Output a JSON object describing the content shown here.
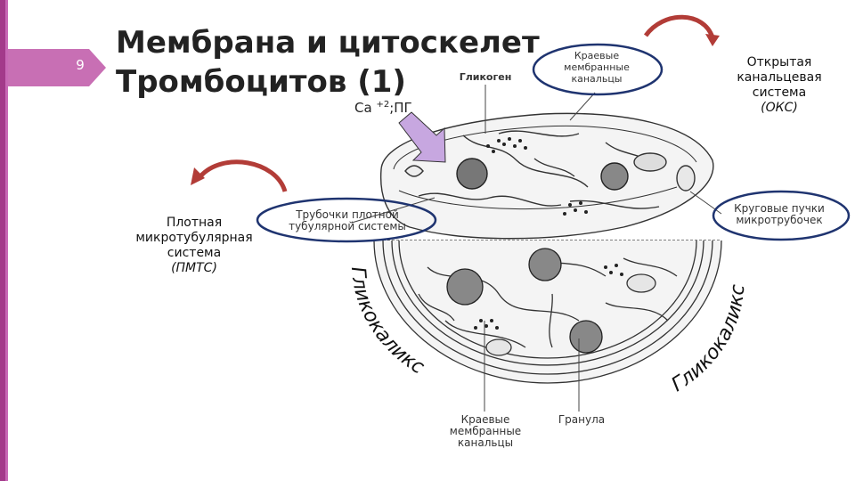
{
  "slide": {
    "number": "9",
    "title_line1": "Мембрана и цитоскелет",
    "title_line2": "Тромбоцитов (1)",
    "accent_color": "#a33a8a"
  },
  "annotations": {
    "ca_base": "Са",
    "ca_sup": "+2",
    "ca_tail": ";ПГ",
    "oks_line1": "Открытая",
    "oks_line2": "канальцевая",
    "oks_line3": "система",
    "oks_line4": "(ОКС)",
    "pmts_line1": "Плотная",
    "pmts_line2": "микротубулярная",
    "pmts_line3": "система",
    "pmts_line4": "(ПМТС)",
    "glycocalyx_left": "Гликокаликс",
    "glycocalyx_right": "Гликокаликс"
  },
  "figure_labels": {
    "glycogen": "Гликоген",
    "marginal_canals_top_1": "Краевые",
    "marginal_canals_top_2": "мембранные",
    "marginal_canals_top_3": "канальцы",
    "tubules_1": "Трубочки плотной",
    "tubules_2": "тубулярной системы",
    "microtubule_1": "Круговые пучки",
    "microtubule_2": "микротрубочек",
    "marginal_canals_bottom_1": "Краевые",
    "marginal_canals_bottom_2": "мембранные",
    "marginal_canals_bottom_3": "канальцы",
    "granule": "Гранула"
  },
  "colors": {
    "arrow_red": "#b23c37",
    "highlight_ring": "#1f3470",
    "pointer_fill": "#c7a7e0"
  }
}
